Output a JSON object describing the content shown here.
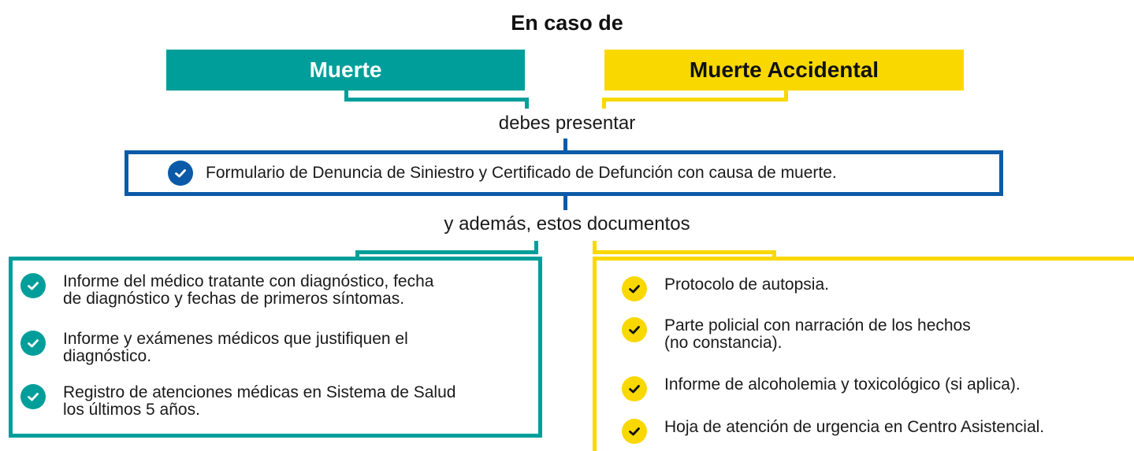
{
  "title": "En caso de",
  "left_header": "Muerte",
  "right_header": "Muerte Accidental",
  "connector_label": "debes presentar",
  "main_requirement": "Formulario de Denuncia de Siniestro y Certificado de Defunción con causa de muerte.",
  "additional_label": "y además, estos documentos",
  "muerte_documents": [
    {
      "line1": "Informe del médico tratante con diagnóstico, fecha",
      "line2": "de diagnóstico y fechas de primeros síntomas."
    },
    {
      "line1": "Informe y exámenes médicos que justifiquen el",
      "line2": "diagnóstico."
    },
    {
      "line1": "Registro de atenciones médicas en Sistema de Salud",
      "line2": "los últimos 5 años."
    }
  ],
  "accidental_documents": [
    {
      "line1": "Protocolo de autopsia.",
      "line2": ""
    },
    {
      "line1": "Parte policial con narración de los hechos",
      "line2": "(no constancia)."
    },
    {
      "line1": "Informe de alcoholemia y toxicológico (si aplica).",
      "line2": ""
    },
    {
      "line1": "Hoja de atención de urgencia en Centro Asistencial.",
      "line2": ""
    }
  ],
  "colors": {
    "muerte": "#009e9a",
    "accidental": "#f9d800",
    "main": "#0b5aa8"
  }
}
